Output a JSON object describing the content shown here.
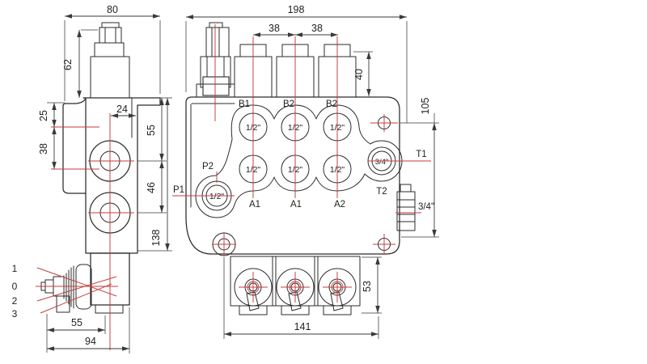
{
  "colors": {
    "background": "#ffffff",
    "outline": "#2b2b2b",
    "dimension": "#3a3a3a",
    "centerline_red": "#c43c3c"
  },
  "left_view": {
    "dim_depth": "80",
    "dim_relief_height": "62",
    "dim_hole_top": "25",
    "dim_hole_pitch": "38",
    "dim_bore_to_face": "24",
    "dim_top_to_bore": "55",
    "dim_bore_pitch": "46",
    "dim_body_height": "138",
    "dim_lever_a": "55",
    "dim_lever_b": "94",
    "lever_positions": [
      "1",
      "0",
      "2",
      "3"
    ]
  },
  "front_view": {
    "dim_total_width": "198",
    "dim_pitch_a": "38",
    "dim_pitch_b": "38",
    "dim_cap_height": "40",
    "dim_mount_height": "105",
    "dim_bracket_height": "53",
    "dim_bracket_span": "141",
    "ports": {
      "b_row": [
        {
          "label": "B1",
          "size": "1/2\""
        },
        {
          "label": "B2",
          "size": "1/2\""
        },
        {
          "label": "B2",
          "size": "1/2\""
        }
      ],
      "a_row": [
        {
          "label": "A1",
          "size": "1/2\""
        },
        {
          "label": "A1",
          "size": "1/2\""
        },
        {
          "label": "A2",
          "size": "1/2\""
        }
      ],
      "p1_label": "P1",
      "p2_label": "P2",
      "p_size": "1/2\"",
      "t1_label": "T1",
      "t2_label": "T2",
      "t_size": "3/4\"",
      "side_fitting_size": "3/4\""
    }
  }
}
